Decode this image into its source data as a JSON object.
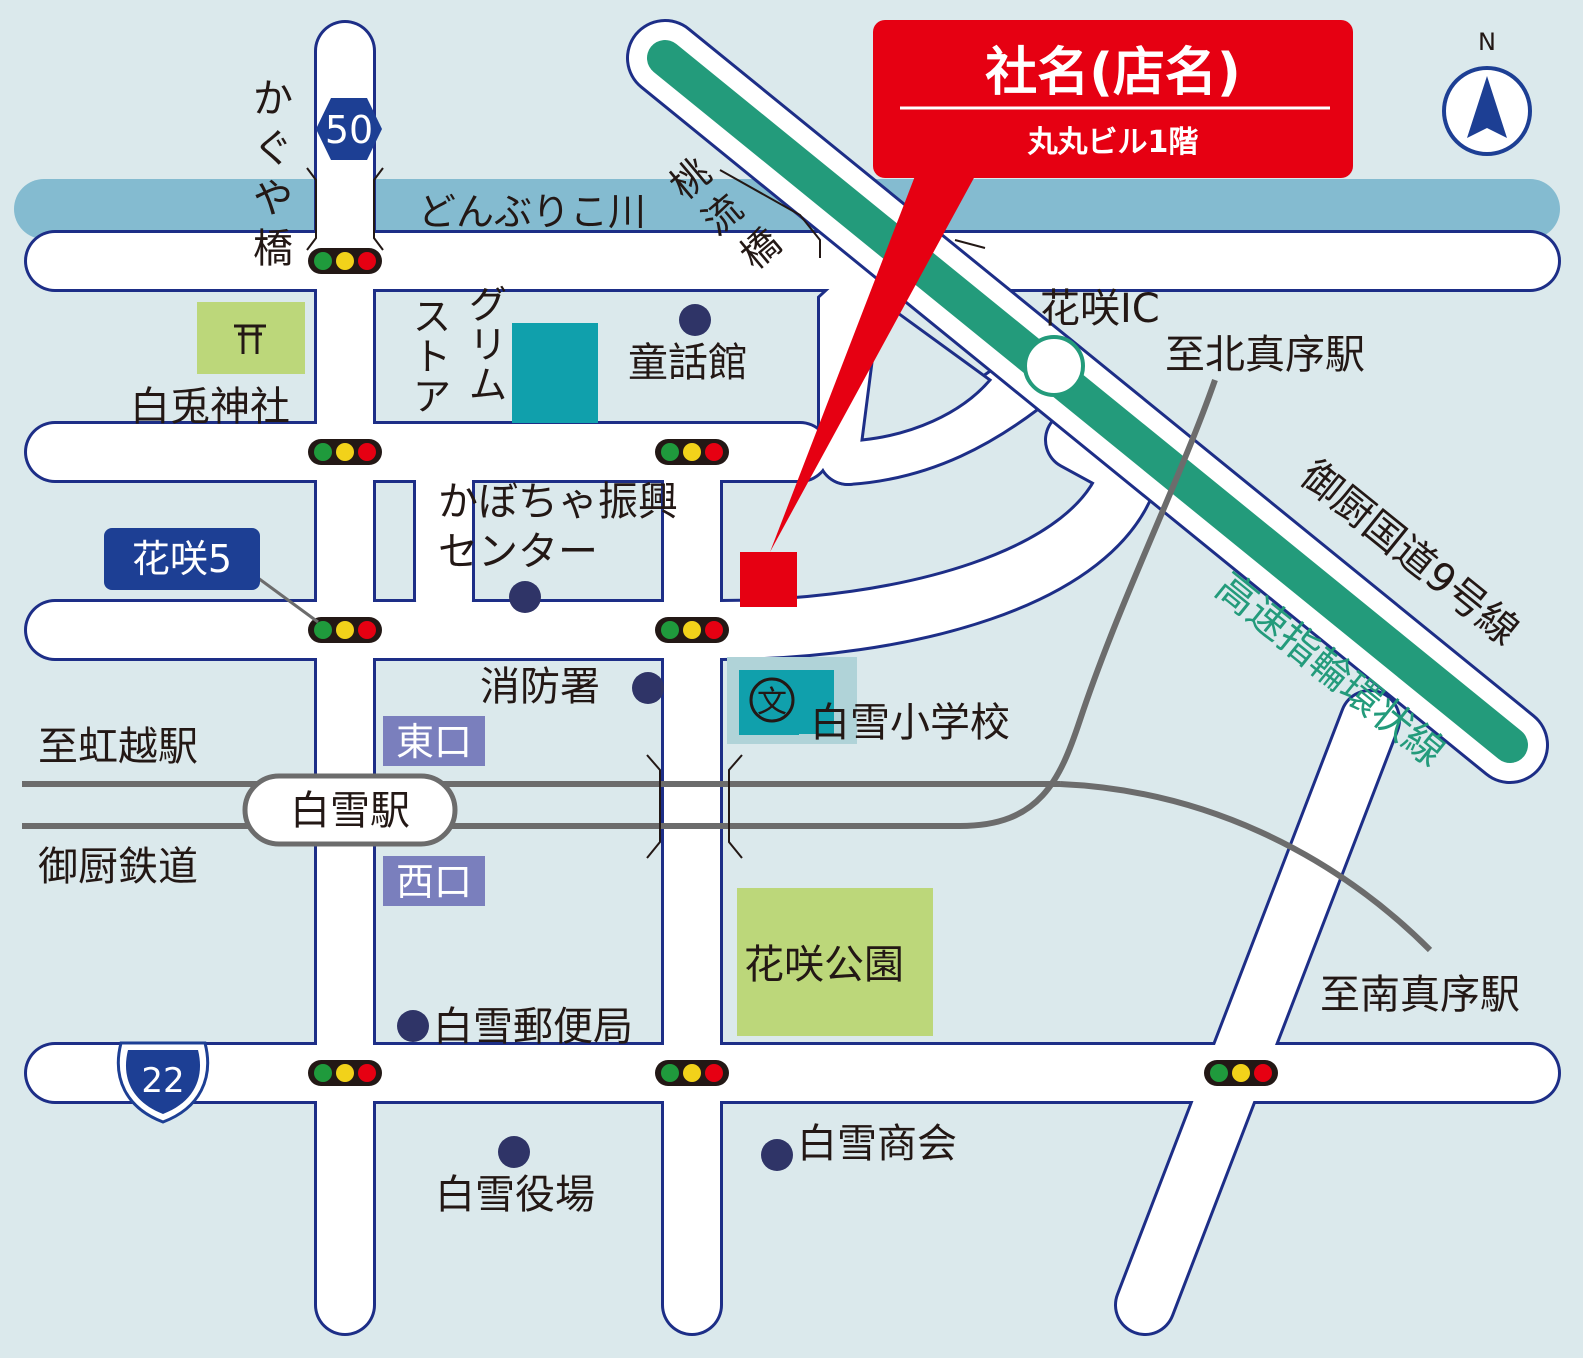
{
  "company": {
    "name": "社名(店名)",
    "address": "丸丸ビル1階"
  },
  "compass": {
    "label": "N"
  },
  "route_shields": {
    "north": "50",
    "south": "22"
  },
  "river": {
    "name": "どんぶりこ川"
  },
  "bridges": {
    "west": "かぐや橋",
    "east": "桃流橋"
  },
  "intersection_label": "花咲5",
  "interchange": "花咲IC",
  "expressway": {
    "name": "御厨国道9号線",
    "ring": "高速指輪環状線"
  },
  "directions": {
    "north_station": "至北真序駅",
    "south_station": "至南真序駅",
    "west_station": "至虹越駅"
  },
  "railway": {
    "name": "御厨鉄道",
    "station": "白雪駅",
    "east_exit": "東口",
    "west_exit": "西口"
  },
  "landmarks": {
    "shrine": "白兎神社",
    "shrine_icon": "torii-icon",
    "store": "グリムストア",
    "store_lines": [
      "グリム",
      "ストア"
    ],
    "fairy_hall": "童話館",
    "pumpkin_center": "かぼちゃ振興センター",
    "pumpkin_center_lines": [
      "かぼちゃ振興",
      "センター"
    ],
    "fire_station": "消防署",
    "school": "白雪小学校",
    "school_icon": "文",
    "park": "花咲公園",
    "post_office": "白雪郵便局",
    "town_hall": "白雪役場",
    "commerce": "白雪商会"
  },
  "colors": {
    "background": "#dbe9ec",
    "road_outline": "#1d2e87",
    "river": "#84bbd0",
    "expressway": "#239b7b",
    "ring_label": "#239b7b",
    "marker": "#e60012",
    "store_block": "#10a0ac",
    "green_block": "#bcd77a",
    "exit_label_bg": "#7a7fbd",
    "dot": "#2f3467",
    "shield": "#1d3f94",
    "rail": "#6c6c6c"
  }
}
